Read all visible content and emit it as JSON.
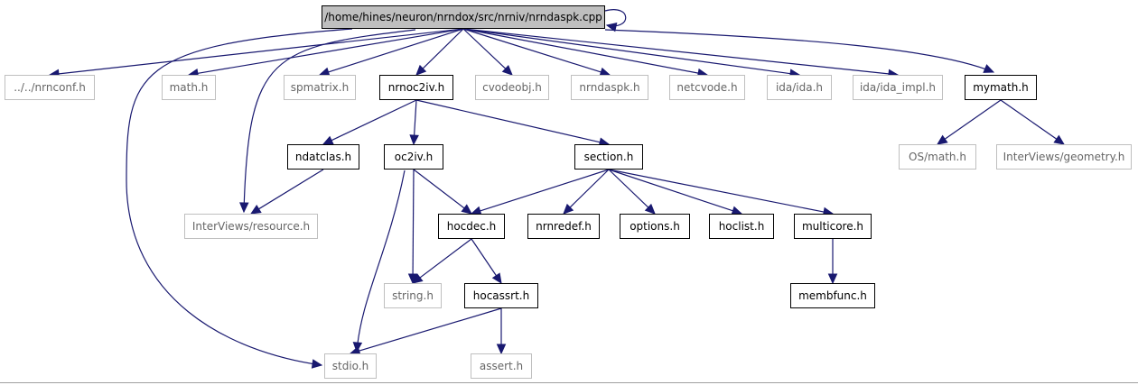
{
  "colors": {
    "edge": "#191970",
    "root_fill": "#bfbfbf",
    "documented_border": "#000000",
    "external_border": "#bfbfbf"
  },
  "nodes": [
    {
      "id": "root",
      "label": "/home/hines/neuron/nrndox/src/nrniv/nrndaspk.cpp",
      "kind": "root"
    },
    {
      "id": "nrnconf",
      "label": "../../nrnconf.h",
      "kind": "external"
    },
    {
      "id": "math",
      "label": "math.h",
      "kind": "external"
    },
    {
      "id": "spmatrix",
      "label": "spmatrix.h",
      "kind": "external"
    },
    {
      "id": "nrnoc2iv",
      "label": "nrnoc2iv.h",
      "kind": "documented"
    },
    {
      "id": "cvodeobj",
      "label": "cvodeobj.h",
      "kind": "external"
    },
    {
      "id": "nrndaspk",
      "label": "nrndaspk.h",
      "kind": "external"
    },
    {
      "id": "netcvode",
      "label": "netcvode.h",
      "kind": "external"
    },
    {
      "id": "ida",
      "label": "ida/ida.h",
      "kind": "external"
    },
    {
      "id": "ida_impl",
      "label": "ida/ida_impl.h",
      "kind": "external"
    },
    {
      "id": "mymath",
      "label": "mymath.h",
      "kind": "documented"
    },
    {
      "id": "ndatclas",
      "label": "ndatclas.h",
      "kind": "documented"
    },
    {
      "id": "oc2iv",
      "label": "oc2iv.h",
      "kind": "documented"
    },
    {
      "id": "section",
      "label": "section.h",
      "kind": "documented"
    },
    {
      "id": "osmath",
      "label": "OS/math.h",
      "kind": "external"
    },
    {
      "id": "geometry",
      "label": "InterViews/geometry.h",
      "kind": "external"
    },
    {
      "id": "resource",
      "label": "InterViews/resource.h",
      "kind": "external"
    },
    {
      "id": "hocdec",
      "label": "hocdec.h",
      "kind": "documented"
    },
    {
      "id": "nrnredef",
      "label": "nrnredef.h",
      "kind": "documented"
    },
    {
      "id": "options",
      "label": "options.h",
      "kind": "documented"
    },
    {
      "id": "hoclist",
      "label": "hoclist.h",
      "kind": "documented"
    },
    {
      "id": "multicore",
      "label": "multicore.h",
      "kind": "documented"
    },
    {
      "id": "string",
      "label": "string.h",
      "kind": "external"
    },
    {
      "id": "hocassrt",
      "label": "hocassrt.h",
      "kind": "documented"
    },
    {
      "id": "membfunc",
      "label": "membfunc.h",
      "kind": "documented"
    },
    {
      "id": "stdio",
      "label": "stdio.h",
      "kind": "external"
    },
    {
      "id": "assert",
      "label": "assert.h",
      "kind": "external"
    }
  ],
  "edges": [
    [
      "root",
      "root"
    ],
    [
      "root",
      "nrnconf"
    ],
    [
      "root",
      "math"
    ],
    [
      "root",
      "spmatrix"
    ],
    [
      "root",
      "nrnoc2iv"
    ],
    [
      "root",
      "cvodeobj"
    ],
    [
      "root",
      "nrndaspk"
    ],
    [
      "root",
      "netcvode"
    ],
    [
      "root",
      "ida"
    ],
    [
      "root",
      "ida_impl"
    ],
    [
      "root",
      "mymath"
    ],
    [
      "root",
      "resource"
    ],
    [
      "root",
      "stdio"
    ],
    [
      "nrnoc2iv",
      "ndatclas"
    ],
    [
      "nrnoc2iv",
      "oc2iv"
    ],
    [
      "nrnoc2iv",
      "section"
    ],
    [
      "mymath",
      "osmath"
    ],
    [
      "mymath",
      "geometry"
    ],
    [
      "ndatclas",
      "resource"
    ],
    [
      "oc2iv",
      "hocdec"
    ],
    [
      "oc2iv",
      "string"
    ],
    [
      "oc2iv",
      "stdio"
    ],
    [
      "section",
      "hocdec"
    ],
    [
      "section",
      "nrnredef"
    ],
    [
      "section",
      "options"
    ],
    [
      "section",
      "hoclist"
    ],
    [
      "section",
      "multicore"
    ],
    [
      "hocdec",
      "string"
    ],
    [
      "hocdec",
      "hocassrt"
    ],
    [
      "hocassrt",
      "stdio"
    ],
    [
      "hocassrt",
      "assert"
    ],
    [
      "multicore",
      "membfunc"
    ]
  ]
}
